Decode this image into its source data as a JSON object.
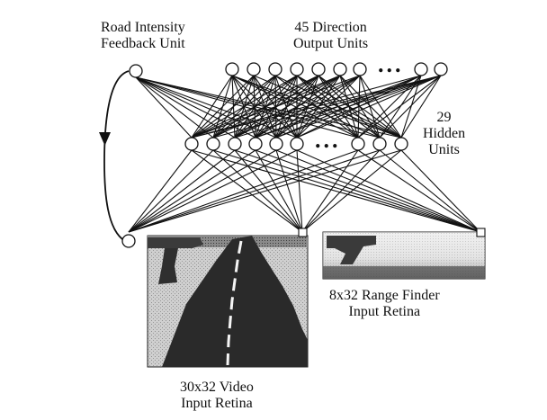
{
  "labels": {
    "feedback_unit": [
      "Road Intensity",
      "Feedback Unit"
    ],
    "output_units": [
      "45 Direction",
      "Output Units"
    ],
    "hidden_units": [
      "29",
      "Hidden",
      "Units"
    ],
    "range_retina": [
      "8x32 Range Finder",
      "Input Retina"
    ],
    "video_retina": [
      "30x32 Video",
      "Input Retina"
    ]
  },
  "ellipsis": "...",
  "colors": {
    "ink": "#111111",
    "video_background": "#c9c9c9",
    "road": "#2a2a2a",
    "range_background": "#e6e6e6"
  }
}
